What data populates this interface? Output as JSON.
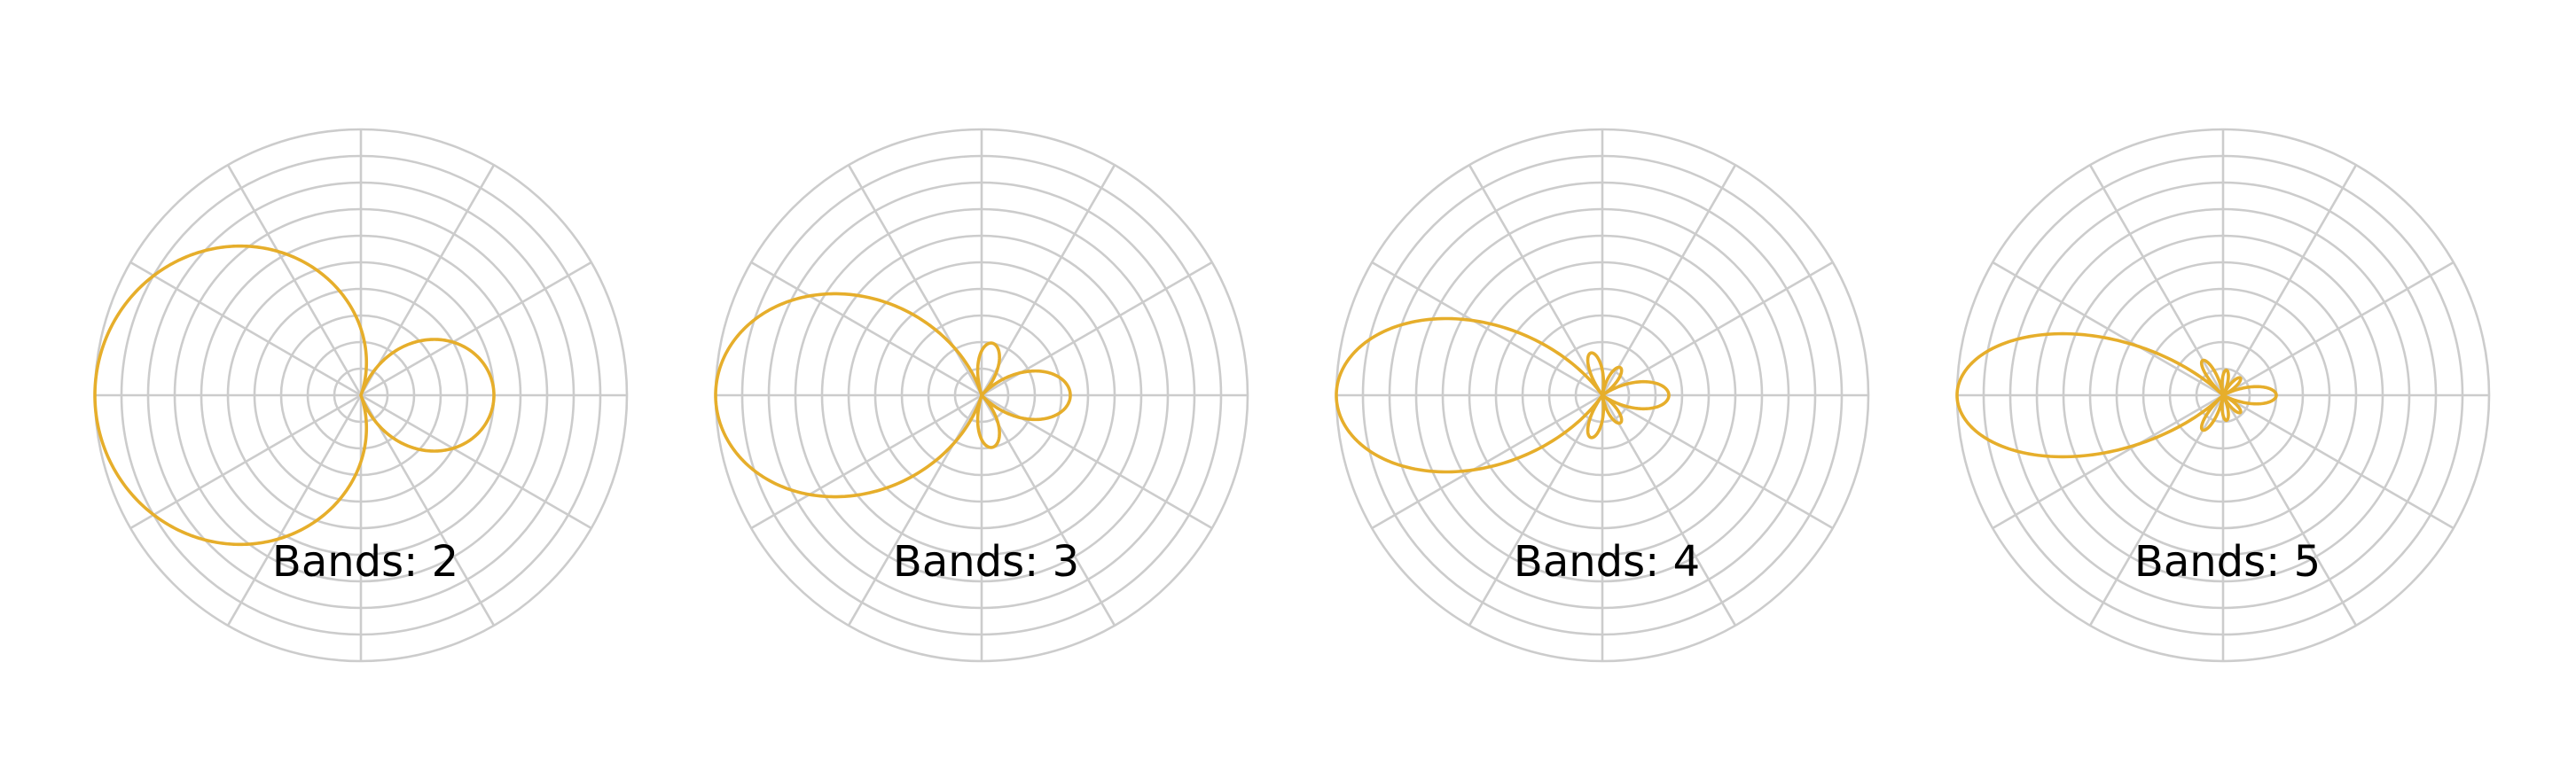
{
  "colors": {
    "curve": "#e6ae2b",
    "grid": "#cccccc",
    "background": "#ffffff",
    "text": "#000000"
  },
  "chart_data": [
    {
      "type": "polar",
      "title": "Bands: 2",
      "bands": 2,
      "radial_rings": 10,
      "angular_spokes": 12,
      "grid": true
    },
    {
      "type": "polar",
      "title": "Bands: 3",
      "bands": 3,
      "radial_rings": 10,
      "angular_spokes": 12,
      "grid": true
    },
    {
      "type": "polar",
      "title": "Bands: 4",
      "bands": 4,
      "radial_rings": 10,
      "angular_spokes": 12,
      "grid": true
    },
    {
      "type": "polar",
      "title": "Bands: 5",
      "bands": 5,
      "radial_rings": 10,
      "angular_spokes": 12,
      "grid": true
    }
  ]
}
